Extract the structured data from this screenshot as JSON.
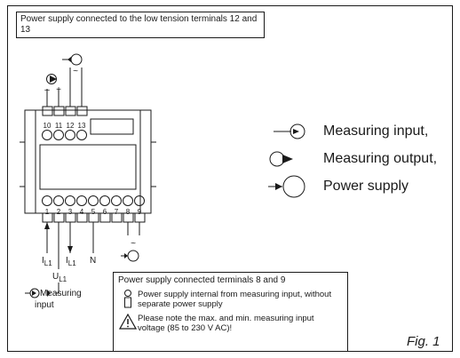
{
  "notes": {
    "top": "Power supply connected to the low tension terminals 12 and 13",
    "bottom_title": "Power supply connected terminals 8 and 9",
    "internal": "Power supply internal from measuring input, without separate power supply",
    "warning": "Please note the max. and min. measuring input voltage (85 to 230 V AC)!"
  },
  "legend": [
    {
      "icon": "measuring-input-icon",
      "label": "Measuring input,"
    },
    {
      "icon": "measuring-output-icon",
      "label": "Measuring output,"
    },
    {
      "icon": "power-supply-icon",
      "label": "Power supply"
    }
  ],
  "device": {
    "top_terminals": [
      "10",
      "11",
      "12",
      "13"
    ],
    "bottom_terminals": [
      "1",
      "2",
      "3",
      "4",
      "5",
      "6",
      "7",
      "8",
      "9"
    ]
  },
  "labels": {
    "minus": "–",
    "plus": "+",
    "ac": "~",
    "il1_a": "I",
    "il1_a_sub": "L1",
    "ul1": "U",
    "ul1_sub": "L1",
    "il1_b": "I",
    "il1_b_sub": "L1",
    "n": "N",
    "measuring_input_1": "Measuring",
    "measuring_input_2": "input"
  },
  "figure": "Fig. 1"
}
